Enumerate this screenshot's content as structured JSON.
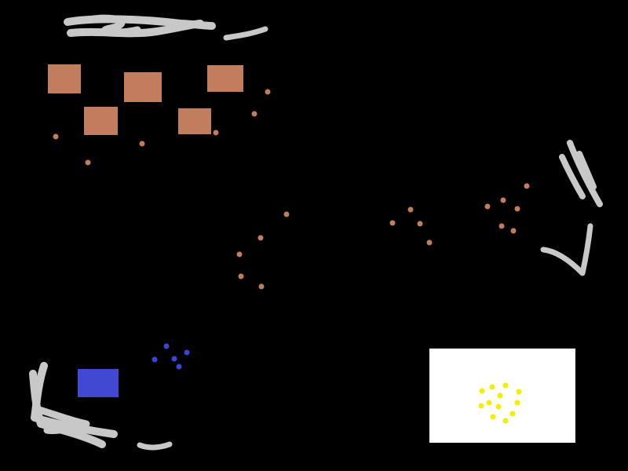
{
  "scene": {
    "background": "#000000",
    "colors": {
      "stroke": "#c8c8c8",
      "block_brown": "#c17d5c",
      "dot_brown": "#c17d5c",
      "block_blue": "#4149d2",
      "dot_blue": "#3a44d6",
      "panel": "#ffffff",
      "dot_yellow": "#f2f000"
    },
    "elements": [
      "scribble-stroke",
      "brown-rectangle",
      "brown-dot",
      "blue-rectangle",
      "blue-dot",
      "white-panel",
      "yellow-dot"
    ]
  }
}
